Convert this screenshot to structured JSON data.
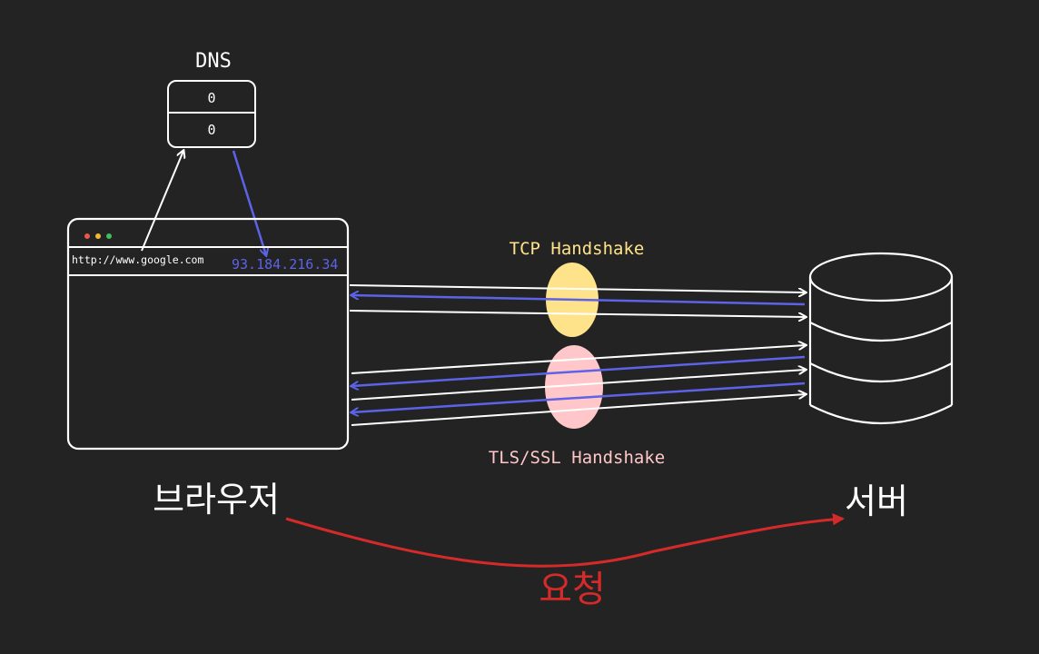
{
  "dns": {
    "title": "DNS",
    "slot1": "0",
    "slot2": "0"
  },
  "browser": {
    "url": "http://www.google.com",
    "ip": "93.184.216.34",
    "label": "브라우저",
    "dots": [
      "#e8574a",
      "#f3b730",
      "#40c057"
    ]
  },
  "server": {
    "label": "서버"
  },
  "handshakes": {
    "tcp": "TCP Handshake",
    "tls": "TLS/SSL Handshake"
  },
  "request": {
    "label": "요청"
  },
  "colors": {
    "background": "#232323",
    "stroke": "#ffffff",
    "blue": "#5c63e6",
    "tcp": "#ffe38a",
    "tls": "#ffc7c9",
    "red": "#d42a2a"
  }
}
